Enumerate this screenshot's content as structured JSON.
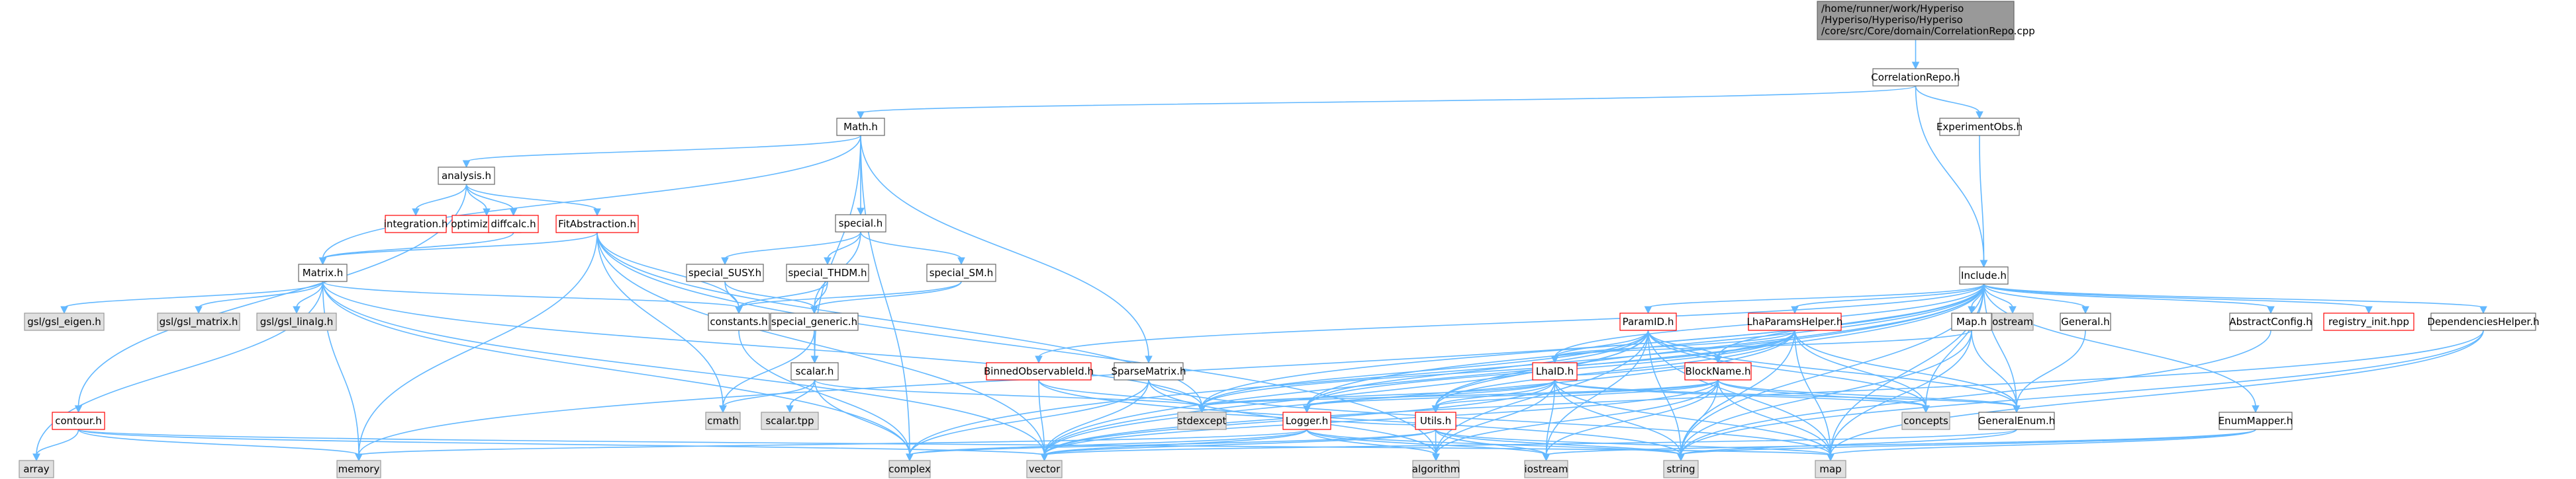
{
  "title_lines": [
    "/home/runner/work/Hyperiso",
    "/Hyperiso/Hyperiso/Hyperiso",
    "/core/src/Core/domain/CorrelationRepo.cpp"
  ],
  "nodes": [
    {
      "id": "top",
      "label": "/home/runner/work/Hyperiso/Hyperiso/Hyperiso/core/src/Core/domain/CorrelationRepo.cpp",
      "style": "top"
    },
    {
      "id": "CorrelationRepo_h",
      "label": "CorrelationRepo.h",
      "style": "white"
    },
    {
      "id": "Math_h",
      "label": "Math.h",
      "style": "white"
    },
    {
      "id": "ExperimentObs_h",
      "label": "ExperimentObs.h",
      "style": "white"
    },
    {
      "id": "analysis_h",
      "label": "analysis.h",
      "style": "white"
    },
    {
      "id": "special_h",
      "label": "special.h",
      "style": "white"
    },
    {
      "id": "Include_h",
      "label": "Include.h",
      "style": "white"
    },
    {
      "id": "integration_h",
      "label": "integration.h",
      "style": "red"
    },
    {
      "id": "optimization_h",
      "label": "optimization.h",
      "style": "red"
    },
    {
      "id": "diffcalc_h",
      "label": "diffcalc.h",
      "style": "red"
    },
    {
      "id": "FitAbstraction_h",
      "label": "FitAbstraction.h",
      "style": "red"
    },
    {
      "id": "special_SUSY_h",
      "label": "special_SUSY.h",
      "style": "white"
    },
    {
      "id": "special_THDM_h",
      "label": "special_THDM.h",
      "style": "white"
    },
    {
      "id": "special_SM_h",
      "label": "special_SM.h",
      "style": "white"
    },
    {
      "id": "Matrix_h",
      "label": "Matrix.h",
      "style": "white"
    },
    {
      "id": "constants_h",
      "label": "constants.h",
      "style": "white"
    },
    {
      "id": "special_generic_h",
      "label": "special_generic.h",
      "style": "white"
    },
    {
      "id": "gsl_eigen",
      "label": "gsl/gsl_eigen.h",
      "style": "ext"
    },
    {
      "id": "gsl_matrix",
      "label": "gsl/gsl_matrix.h",
      "style": "ext"
    },
    {
      "id": "gsl_linalg",
      "label": "gsl/gsl_linalg.h",
      "style": "ext"
    },
    {
      "id": "scalar_h",
      "label": "scalar.h",
      "style": "white"
    },
    {
      "id": "contour_h",
      "label": "contour.h",
      "style": "red"
    },
    {
      "id": "array",
      "label": "array",
      "style": "ext"
    },
    {
      "id": "memory",
      "label": "memory",
      "style": "ext"
    },
    {
      "id": "cmath",
      "label": "cmath",
      "style": "ext"
    },
    {
      "id": "scalar_tpp",
      "label": "scalar.tpp",
      "style": "ext"
    },
    {
      "id": "BinnedObservableId_h",
      "label": "BinnedObservableId.h",
      "style": "red"
    },
    {
      "id": "SparseMatrix_h",
      "label": "SparseMatrix.h",
      "style": "white"
    },
    {
      "id": "ParamID_h",
      "label": "ParamID.h",
      "style": "red"
    },
    {
      "id": "LhaParamsHelper_h",
      "label": "LhaParamsHelper.h",
      "style": "red"
    },
    {
      "id": "Map_h",
      "label": "Map.h",
      "style": "white"
    },
    {
      "id": "ostream",
      "label": "ostream",
      "style": "ext"
    },
    {
      "id": "General_h",
      "label": "General.h",
      "style": "white"
    },
    {
      "id": "AbstractConfig_h",
      "label": "AbstractConfig.h",
      "style": "white"
    },
    {
      "id": "registry_init_hpp",
      "label": "registry_init.hpp",
      "style": "red"
    },
    {
      "id": "DependenciesHelper_h",
      "label": "DependenciesHelper.h",
      "style": "white"
    },
    {
      "id": "LhaID_h",
      "label": "LhaID.h",
      "style": "red"
    },
    {
      "id": "BlockName_h",
      "label": "BlockName.h",
      "style": "red"
    },
    {
      "id": "stdexcept",
      "label": "stdexcept",
      "style": "ext"
    },
    {
      "id": "Logger_h",
      "label": "Logger.h",
      "style": "red"
    },
    {
      "id": "Utils_h",
      "label": "Utils.h",
      "style": "red"
    },
    {
      "id": "concepts",
      "label": "concepts",
      "style": "ext"
    },
    {
      "id": "GeneralEnum_h",
      "label": "GeneralEnum.h",
      "style": "white"
    },
    {
      "id": "EnumMapper_h",
      "label": "EnumMapper.h",
      "style": "white"
    },
    {
      "id": "complex",
      "label": "complex",
      "style": "ext"
    },
    {
      "id": "vector",
      "label": "vector",
      "style": "ext"
    },
    {
      "id": "algorithm",
      "label": "algorithm",
      "style": "ext"
    },
    {
      "id": "iostream",
      "label": "iostream",
      "style": "ext"
    },
    {
      "id": "string",
      "label": "string",
      "style": "ext"
    },
    {
      "id": "map",
      "label": "map",
      "style": "ext"
    }
  ],
  "edges": [
    [
      "top",
      "CorrelationRepo_h"
    ],
    [
      "CorrelationRepo_h",
      "Math_h"
    ],
    [
      "CorrelationRepo_h",
      "ExperimentObs_h"
    ],
    [
      "CorrelationRepo_h",
      "Include_h"
    ],
    [
      "ExperimentObs_h",
      "Include_h"
    ],
    [
      "Math_h",
      "analysis_h"
    ],
    [
      "Math_h",
      "special_h"
    ],
    [
      "Math_h",
      "Matrix_h"
    ],
    [
      "Math_h",
      "SparseMatrix_h"
    ],
    [
      "Math_h",
      "scalar_h"
    ],
    [
      "Math_h",
      "complex"
    ],
    [
      "analysis_h",
      "integration_h"
    ],
    [
      "analysis_h",
      "optimization_h"
    ],
    [
      "analysis_h",
      "diffcalc_h"
    ],
    [
      "analysis_h",
      "FitAbstraction_h"
    ],
    [
      "analysis_h",
      "contour_h"
    ],
    [
      "diffcalc_h",
      "Matrix_h"
    ],
    [
      "FitAbstraction_h",
      "Matrix_h"
    ],
    [
      "FitAbstraction_h",
      "constants_h"
    ],
    [
      "FitAbstraction_h",
      "memory"
    ],
    [
      "FitAbstraction_h",
      "vector"
    ],
    [
      "FitAbstraction_h",
      "cmath"
    ],
    [
      "FitAbstraction_h",
      "stdexcept"
    ],
    [
      "FitAbstraction_h",
      "algorithm"
    ],
    [
      "special_h",
      "special_SUSY_h"
    ],
    [
      "special_h",
      "special_THDM_h"
    ],
    [
      "special_h",
      "special_SM_h"
    ],
    [
      "special_h",
      "special_generic_h"
    ],
    [
      "special_SUSY_h",
      "constants_h"
    ],
    [
      "special_SUSY_h",
      "special_generic_h"
    ],
    [
      "special_THDM_h",
      "constants_h"
    ],
    [
      "special_THDM_h",
      "special_generic_h"
    ],
    [
      "special_SM_h",
      "constants_h"
    ],
    [
      "special_SM_h",
      "special_generic_h"
    ],
    [
      "special_generic_h",
      "scalar_h"
    ],
    [
      "special_generic_h",
      "cmath"
    ],
    [
      "Matrix_h",
      "gsl_eigen"
    ],
    [
      "Matrix_h",
      "gsl_matrix"
    ],
    [
      "Matrix_h",
      "gsl_linalg"
    ],
    [
      "Matrix_h",
      "array"
    ],
    [
      "Matrix_h",
      "memory"
    ],
    [
      "Matrix_h",
      "vector"
    ],
    [
      "Matrix_h",
      "constants_h"
    ],
    [
      "Matrix_h",
      "stdexcept"
    ],
    [
      "Matrix_h",
      "complex"
    ],
    [
      "constants_h",
      "complex"
    ],
    [
      "scalar_h",
      "cmath"
    ],
    [
      "scalar_h",
      "scalar_tpp"
    ],
    [
      "scalar_h",
      "stdexcept"
    ],
    [
      "scalar_h",
      "complex"
    ],
    [
      "contour_h",
      "array"
    ],
    [
      "contour_h",
      "memory"
    ],
    [
      "contour_h",
      "vector"
    ],
    [
      "contour_h",
      "map"
    ],
    [
      "SparseMatrix_h",
      "vector"
    ],
    [
      "SparseMatrix_h",
      "complex"
    ],
    [
      "SparseMatrix_h",
      "map"
    ],
    [
      "SparseMatrix_h",
      "algorithm"
    ],
    [
      "Include_h",
      "BinnedObservableId_h"
    ],
    [
      "Include_h",
      "ParamID_h"
    ],
    [
      "Include_h",
      "LhaParamsHelper_h"
    ],
    [
      "Include_h",
      "Map_h"
    ],
    [
      "Include_h",
      "ostream"
    ],
    [
      "Include_h",
      "General_h"
    ],
    [
      "Include_h",
      "AbstractConfig_h"
    ],
    [
      "Include_h",
      "registry_init_hpp"
    ],
    [
      "Include_h",
      "DependenciesHelper_h"
    ],
    [
      "Include_h",
      "LhaID_h"
    ],
    [
      "Include_h",
      "BlockName_h"
    ],
    [
      "Include_h",
      "Logger_h"
    ],
    [
      "Include_h",
      "Utils_h"
    ],
    [
      "Include_h",
      "GeneralEnum_h"
    ],
    [
      "Include_h",
      "EnumMapper_h"
    ],
    [
      "Include_h",
      "complex"
    ],
    [
      "Include_h",
      "vector"
    ],
    [
      "Include_h",
      "memory"
    ],
    [
      "Include_h",
      "string"
    ],
    [
      "Include_h",
      "map"
    ],
    [
      "Include_h",
      "concepts"
    ],
    [
      "Include_h",
      "stdexcept"
    ],
    [
      "BinnedObservableId_h",
      "vector"
    ],
    [
      "BinnedObservableId_h",
      "string"
    ],
    [
      "BinnedObservableId_h",
      "stdexcept"
    ],
    [
      "ParamID_h",
      "LhaID_h"
    ],
    [
      "ParamID_h",
      "BlockName_h"
    ],
    [
      "ParamID_h",
      "Logger_h"
    ],
    [
      "ParamID_h",
      "Utils_h"
    ],
    [
      "ParamID_h",
      "concepts"
    ],
    [
      "ParamID_h",
      "GeneralEnum_h"
    ],
    [
      "ParamID_h",
      "stdexcept"
    ],
    [
      "ParamID_h",
      "vector"
    ],
    [
      "ParamID_h",
      "string"
    ],
    [
      "ParamID_h",
      "map"
    ],
    [
      "ParamID_h",
      "iostream"
    ],
    [
      "ParamID_h",
      "algorithm"
    ],
    [
      "LhaParamsHelper_h",
      "LhaID_h"
    ],
    [
      "LhaParamsHelper_h",
      "BlockName_h"
    ],
    [
      "LhaParamsHelper_h",
      "Logger_h"
    ],
    [
      "LhaParamsHelper_h",
      "Utils_h"
    ],
    [
      "LhaParamsHelper_h",
      "GeneralEnum_h"
    ],
    [
      "LhaParamsHelper_h",
      "stdexcept"
    ],
    [
      "LhaParamsHelper_h",
      "concepts"
    ],
    [
      "LhaParamsHelper_h",
      "string"
    ],
    [
      "LhaParamsHelper_h",
      "map"
    ],
    [
      "LhaParamsHelper_h",
      "vector"
    ],
    [
      "Map_h",
      "LhaID_h"
    ],
    [
      "Map_h",
      "GeneralEnum_h"
    ],
    [
      "Map_h",
      "map"
    ],
    [
      "Map_h",
      "string"
    ],
    [
      "General_h",
      "GeneralEnum_h"
    ],
    [
      "LhaID_h",
      "BlockName_h"
    ],
    [
      "LhaID_h",
      "stdexcept"
    ],
    [
      "LhaID_h",
      "Logger_h"
    ],
    [
      "LhaID_h",
      "Utils_h"
    ],
    [
      "LhaID_h",
      "concepts"
    ],
    [
      "LhaID_h",
      "GeneralEnum_h"
    ],
    [
      "LhaID_h",
      "vector"
    ],
    [
      "LhaID_h",
      "string"
    ],
    [
      "LhaID_h",
      "algorithm"
    ],
    [
      "LhaID_h",
      "iostream"
    ],
    [
      "LhaID_h",
      "map"
    ],
    [
      "BlockName_h",
      "Logger_h"
    ],
    [
      "BlockName_h",
      "Utils_h"
    ],
    [
      "BlockName_h",
      "concepts"
    ],
    [
      "BlockName_h",
      "GeneralEnum_h"
    ],
    [
      "BlockName_h",
      "stdexcept"
    ],
    [
      "BlockName_h",
      "vector"
    ],
    [
      "BlockName_h",
      "string"
    ],
    [
      "BlockName_h",
      "map"
    ],
    [
      "BlockName_h",
      "algorithm"
    ],
    [
      "BlockName_h",
      "iostream"
    ],
    [
      "Logger_h",
      "memory"
    ],
    [
      "Logger_h",
      "complex"
    ],
    [
      "Logger_h",
      "vector"
    ],
    [
      "Logger_h",
      "iostream"
    ],
    [
      "Logger_h",
      "string"
    ],
    [
      "Logger_h",
      "algorithm"
    ],
    [
      "Utils_h",
      "complex"
    ],
    [
      "Utils_h",
      "vector"
    ],
    [
      "Utils_h",
      "algorithm"
    ],
    [
      "Utils_h",
      "iostream"
    ],
    [
      "Utils_h",
      "string"
    ],
    [
      "Utils_h",
      "map"
    ],
    [
      "Utils_h",
      "stdexcept"
    ],
    [
      "GeneralEnum_h",
      "string"
    ],
    [
      "GeneralEnum_h",
      "vector"
    ],
    [
      "EnumMapper_h",
      "string"
    ],
    [
      "EnumMapper_h",
      "map"
    ],
    [
      "EnumMapper_h",
      "iostream"
    ],
    [
      "DependenciesHelper_h",
      "map"
    ],
    [
      "DependenciesHelper_h",
      "string"
    ],
    [
      "DependenciesHelper_h",
      "vector"
    ],
    [
      "AbstractConfig_h",
      "string"
    ]
  ]
}
